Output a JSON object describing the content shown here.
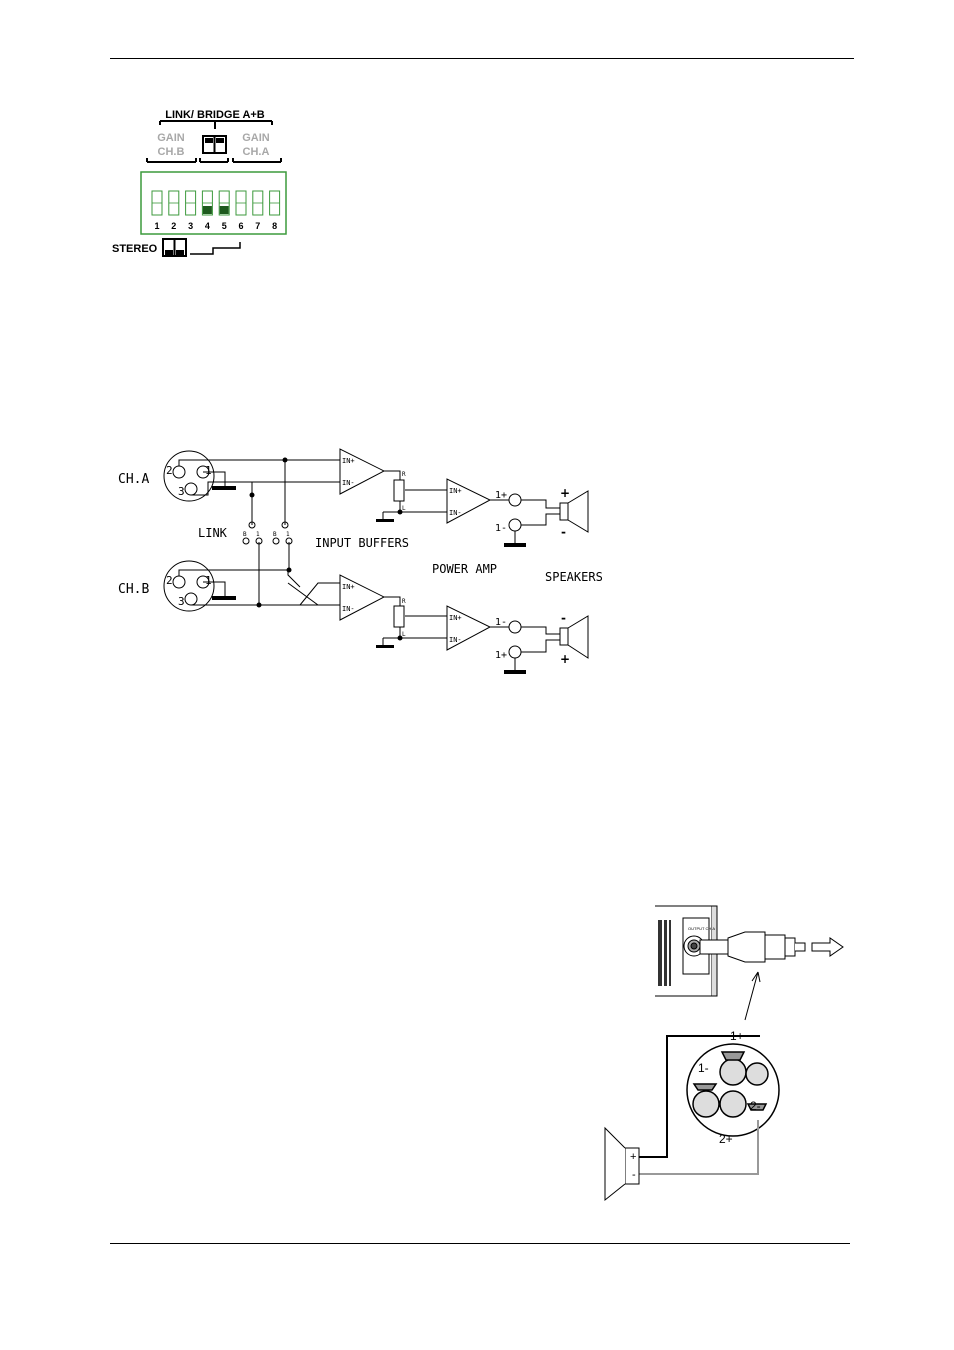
{
  "dip_panel": {
    "link_bridge_label": "LINK/ BRIDGE A+B",
    "gain_chb_line1": "GAIN",
    "gain_chb_line2": "CH.B",
    "gain_cha_line1": "GAIN",
    "gain_cha_line2": "CH.A",
    "switch_numbers": [
      "1",
      "2",
      "3",
      "4",
      "5",
      "6",
      "7",
      "8"
    ],
    "switch_on": [
      false,
      false,
      false,
      true,
      true,
      false,
      false,
      false
    ],
    "stereo_label": "STEREO",
    "colors": {
      "frame": "#3c9a3c",
      "switch_on": "#1e5a1e",
      "gain_text": "#a8a8a8"
    }
  },
  "schematic": {
    "cha_label": "CH.A",
    "chb_label": "CH.B",
    "link_label": "LINK",
    "input_buffers_label": "INPUT BUFFERS",
    "power_amp_label": "POWER AMP",
    "speakers_label": "SPEAKERS",
    "xlr_pin_2": "2",
    "xlr_pin_1": "1",
    "xlr_pin_3": "3",
    "in_plus": "IN+",
    "in_minus": "IN-",
    "pot_r": "R",
    "pot_l": "L",
    "switch_b": "B",
    "switch_1": "1",
    "out_a_top": "1+",
    "out_a_bottom": "1-",
    "out_b_top": "1-",
    "out_b_bottom": "1+",
    "spk_a_top": "+",
    "spk_a_bottom": "-",
    "spk_b_top": "-",
    "spk_b_bottom": "+"
  },
  "connector": {
    "panel_label": "OUTPUT CH.A",
    "pin_1plus": "1+",
    "pin_1minus": "1-",
    "pin_2minus": "2-",
    "pin_2plus": "2+",
    "spk_plus": "+",
    "spk_minus": "-"
  }
}
